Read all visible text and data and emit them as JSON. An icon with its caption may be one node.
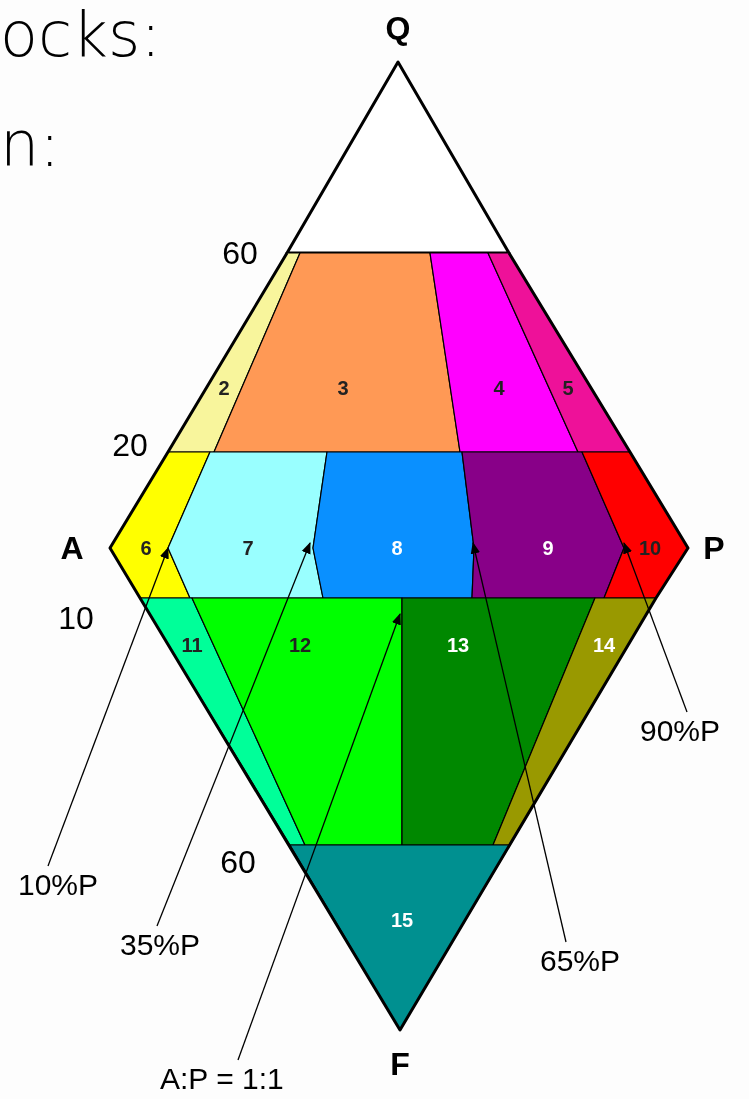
{
  "diagram": {
    "nodes": [
      {
        "text": [],
        "shape": "triangle"
      },
      {
        "text": [
          "2"
        ]
      },
      {
        "text": [
          "3"
        ]
      },
      {
        "text": [
          "4"
        ]
      },
      {
        "text": [
          "5"
        ]
      },
      {
        "text": [
          "6"
        ]
      },
      {
        "text": [
          "7"
        ]
      },
      {
        "text": [
          "8"
        ]
      },
      {
        "text": [
          "9"
        ]
      },
      {
        "text": [
          "10"
        ]
      },
      {
        "text": [
          "11"
        ]
      },
      {
        "text": [
          "12"
        ]
      },
      {
        "text": [
          "13"
        ]
      },
      {
        "text": [
          "14"
        ]
      },
      {
        "text": [
          "15"
        ]
      },
      {
        "text": [
          "90%P"
        ]
      },
      {
        "text": [
          "10%P"
        ]
      },
      {
        "text": [
          "35%P"
        ]
      },
      {
        "text": [
          "65%P"
        ]
      },
      {
        "text": [
          "A:P = 1:1"
        ]
      }
    ],
    "edges": [
      {
        "from": 15,
        "to": 9,
        "arrow": "to"
      },
      {
        "from": 16,
        "to": 5,
        "arrow": "to"
      },
      {
        "from": 17,
        "to": 6,
        "arrow": "to"
      },
      {
        "from": 18,
        "to": 7,
        "arrow": "to"
      },
      {
        "from": 19,
        "to": 11,
        "arrow": "to"
      }
    ],
    "labels": [
      "ocks:",
      "n:",
      "Q",
      "60",
      "20",
      "A",
      "P",
      "10",
      "60",
      "F"
    ]
  }
}
